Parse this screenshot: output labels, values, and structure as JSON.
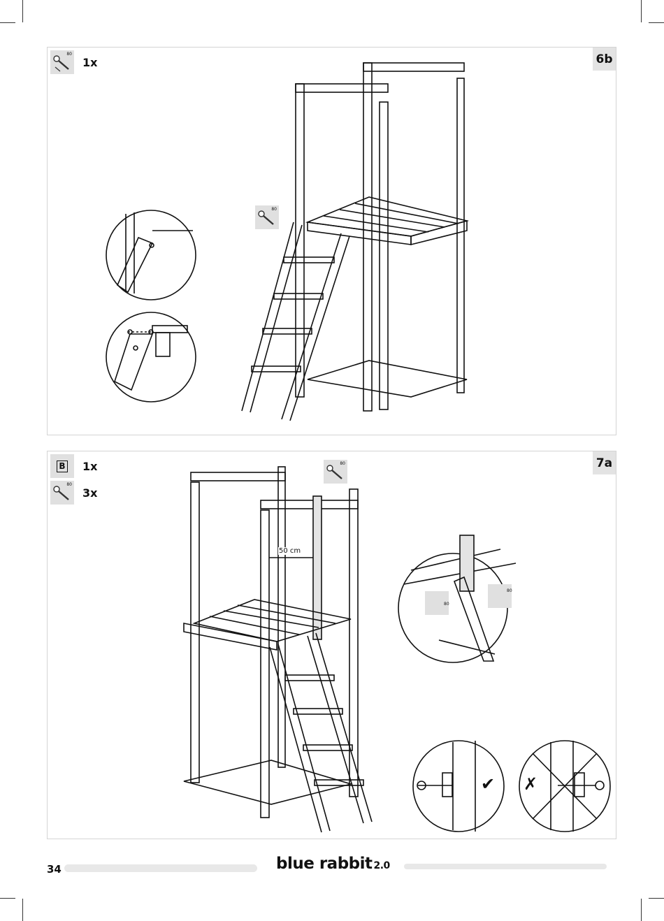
{
  "steps": [
    {
      "label": "6b",
      "parts": [
        {
          "icon": "screw-icon",
          "code": "80",
          "qty": "1x"
        }
      ],
      "callout": {
        "icon": "screw-icon",
        "code": "80"
      }
    },
    {
      "label": "7a",
      "parts": [
        {
          "icon": "letter-b-icon",
          "code": "B",
          "qty": "1x"
        },
        {
          "icon": "screw-icon",
          "code": "80",
          "qty": "3x"
        }
      ],
      "callout": {
        "icon": "screw-icon",
        "code": "80"
      },
      "measurement": "50 cm",
      "detail_codes": [
        "80",
        "80"
      ],
      "correct_mark": "✔",
      "wrong_mark": "✗"
    }
  ],
  "footer": {
    "page_number": "34",
    "brand": "blue rabbit",
    "version": "2.0"
  },
  "colors": {
    "panel_tag": "#e3e3e3",
    "icon_bg": "#e0e0e0",
    "footer_bar": "#e8e8e8"
  }
}
